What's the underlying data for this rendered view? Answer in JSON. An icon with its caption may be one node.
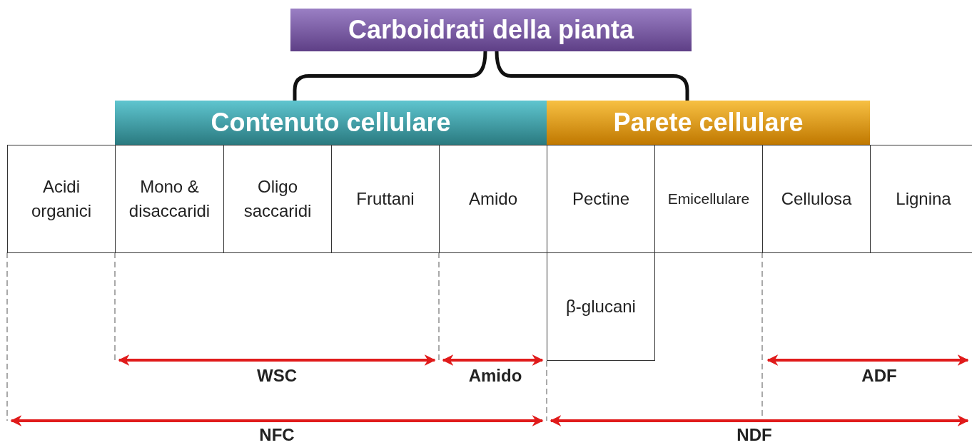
{
  "diagram": {
    "nodes": [
      {
        "text": [
          "Carboidrati della pianta"
        ]
      },
      {
        "text": [
          "Contenuto cellulare"
        ]
      },
      {
        "text": [
          "Parete cellulare"
        ]
      },
      {
        "text": [
          "Acidi organici"
        ]
      },
      {
        "text": [
          "Mono & disaccaridi"
        ]
      },
      {
        "text": [
          "Oligo saccaridi"
        ]
      },
      {
        "text": [
          "Fruttani"
        ]
      },
      {
        "text": [
          "Amido"
        ]
      },
      {
        "text": [
          "Pectine"
        ]
      },
      {
        "text": [
          "Emicellulare"
        ]
      },
      {
        "text": [
          "Cellulosa"
        ]
      },
      {
        "text": [
          "Lignina"
        ]
      },
      {
        "text": [
          "β-glucani"
        ]
      }
    ],
    "edges": [
      {
        "from": 0,
        "to": 1,
        "arrow": "none"
      },
      {
        "from": 0,
        "to": 2,
        "arrow": "none"
      }
    ],
    "labels": [
      "WSC",
      "Amido",
      "ADF",
      "NFC",
      "NDF"
    ]
  }
}
